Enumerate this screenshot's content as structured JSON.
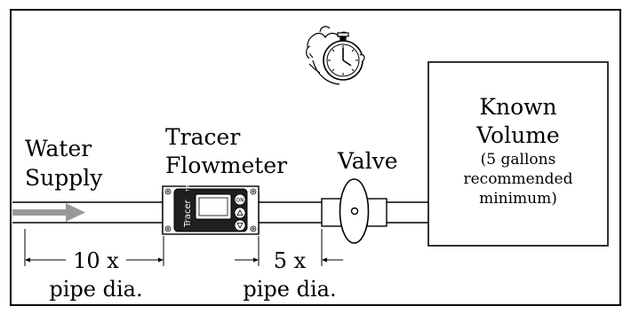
{
  "labels": {
    "water_line1": "Water",
    "water_line2": "Supply",
    "flowmeter_line1": "Tracer",
    "flowmeter_line2": "Flowmeter",
    "valve": "Valve",
    "volume_line1": "Known",
    "volume_line2": "Volume",
    "volume_line3": "(5 gallons",
    "volume_line4": "recommended",
    "volume_line5": "minimum)",
    "dim1_line1": "10 x",
    "dim1_line2": "pipe dia.",
    "dim2_line1": "5 x",
    "dim2_line2": "pipe dia."
  },
  "device": {
    "brand": "Tracer",
    "mark": "TM",
    "button_on": "ON"
  },
  "icons": [
    "stopwatch-in-hand-icon",
    "flow-arrow-icon",
    "valve-icon",
    "flowmeter-device-icon"
  ],
  "colors": {
    "arrow": "#999999",
    "device_body": "#1f1f1f",
    "line": "#000000"
  }
}
